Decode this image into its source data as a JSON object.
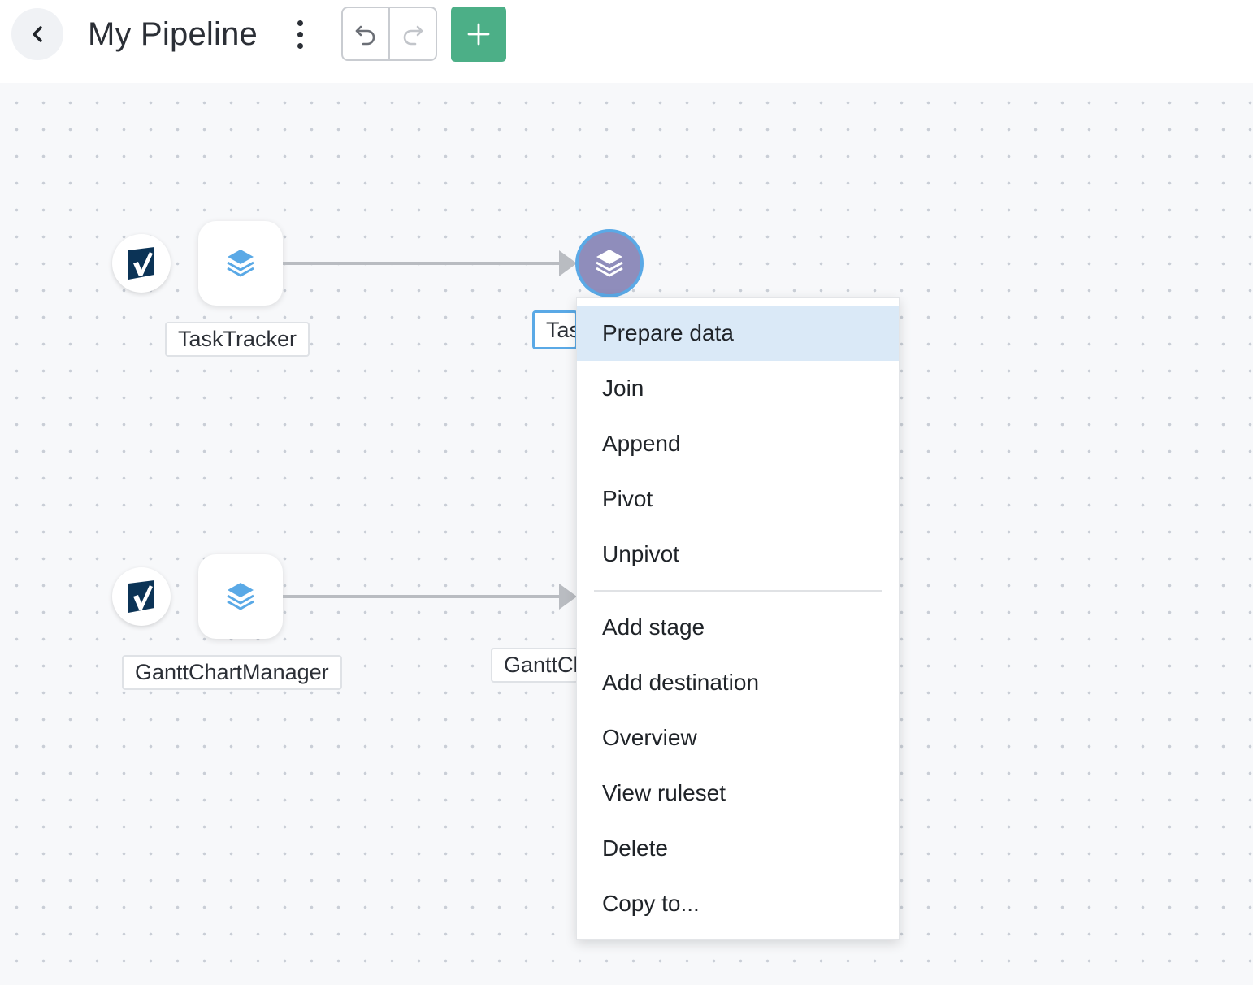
{
  "header": {
    "title": "My Pipeline"
  },
  "colors": {
    "accent_green": "#4caf87",
    "selection_blue": "#5aa9e6",
    "stage_purple": "#8f8dbb",
    "menu_highlight": "#dae9f7"
  },
  "icons": {
    "back": "chevron-left-icon",
    "more": "kebab-icon",
    "undo": "undo-icon",
    "redo": "redo-icon",
    "add": "plus-icon",
    "source": "smartsheet-icon",
    "dataset": "layers-icon"
  },
  "pipeline": {
    "sources": [
      {
        "label": "TaskTracker",
        "stage_label": "TaskTracker"
      },
      {
        "label": "GanttChartManager",
        "stage_label": "GanttChartManager"
      }
    ]
  },
  "context_menu": {
    "items_primary": [
      "Prepare data",
      "Join",
      "Append",
      "Pivot",
      "Unpivot"
    ],
    "items_secondary": [
      "Add stage",
      "Add destination",
      "Overview",
      "View ruleset",
      "Delete",
      "Copy to..."
    ],
    "highlighted": "Prepare data"
  }
}
